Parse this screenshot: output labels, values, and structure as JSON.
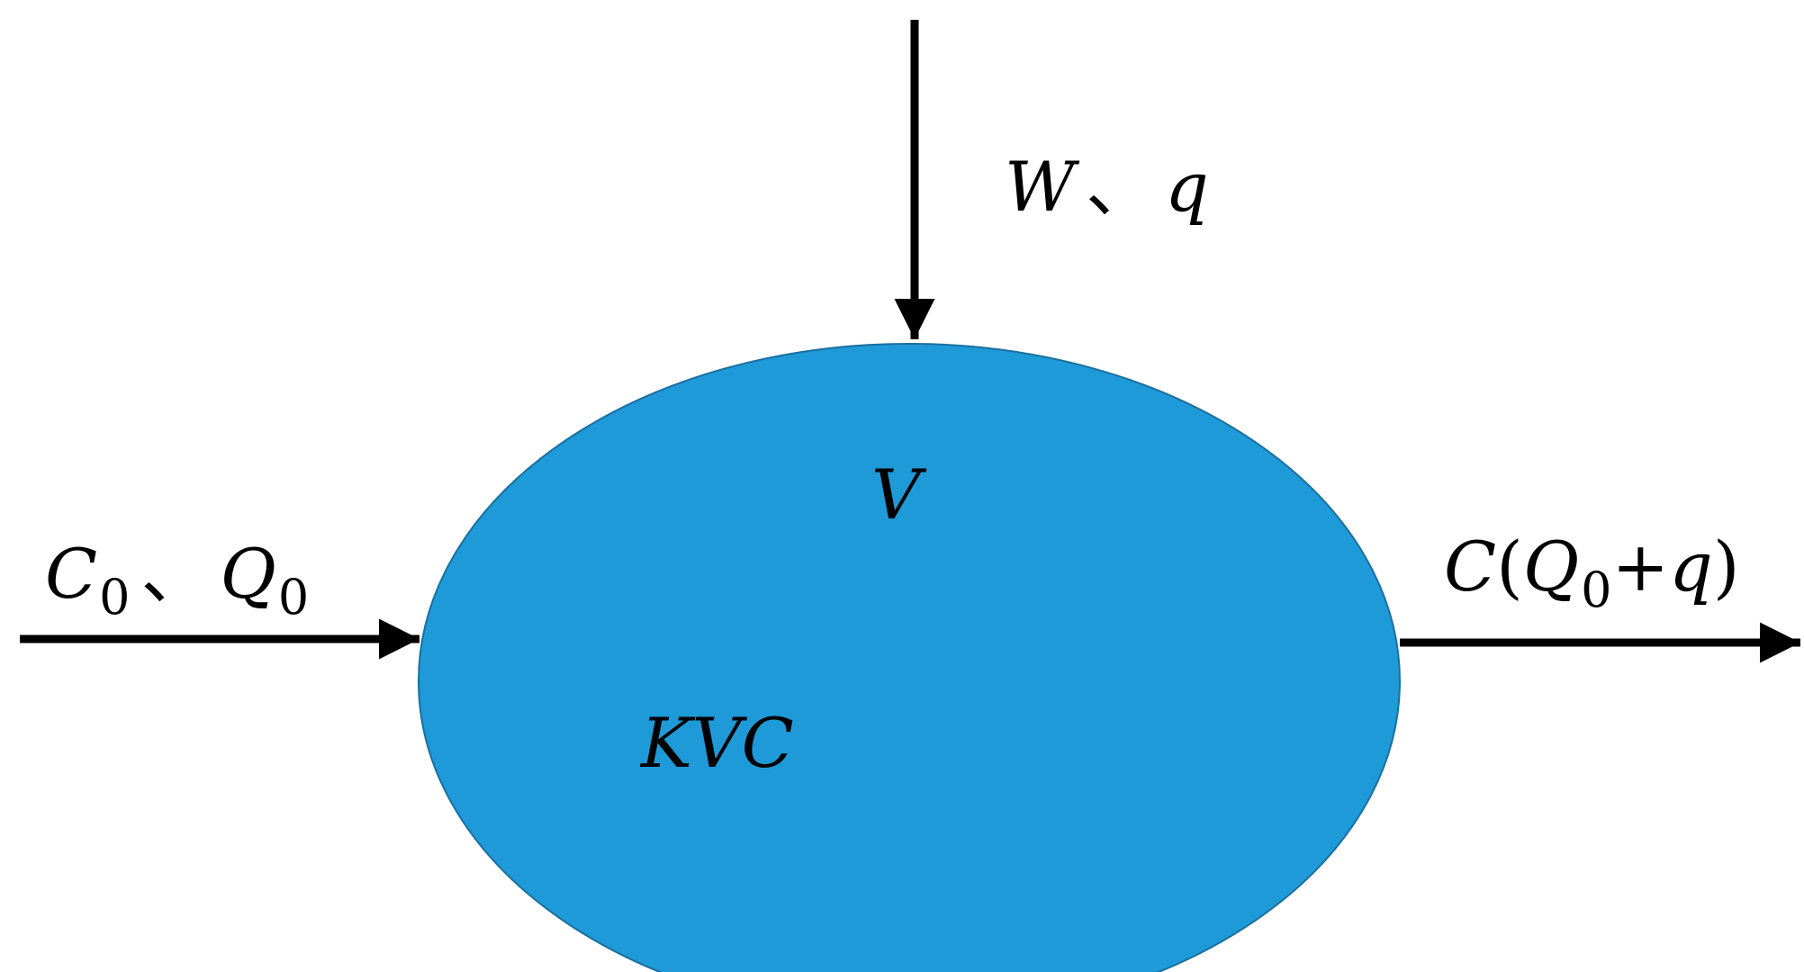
{
  "colors": {
    "reactor_fill": "#1e9ad8",
    "reactor_stroke": "#1a6fa0",
    "arrow": "#000000",
    "text": "#000000"
  },
  "labels": {
    "top_input": {
      "w": "W",
      "sep": "、",
      "q": "q"
    },
    "left_input": {
      "c": "C",
      "c_sub": "0",
      "sep": "、",
      "q": "Q",
      "q_sub": "0"
    },
    "right_output": {
      "c": "C",
      "open": "(",
      "q": "Q",
      "q_sub": "0",
      "plus": "+",
      "small_q": "q",
      "close": ")"
    },
    "volume": "V",
    "decay": "KVC"
  }
}
